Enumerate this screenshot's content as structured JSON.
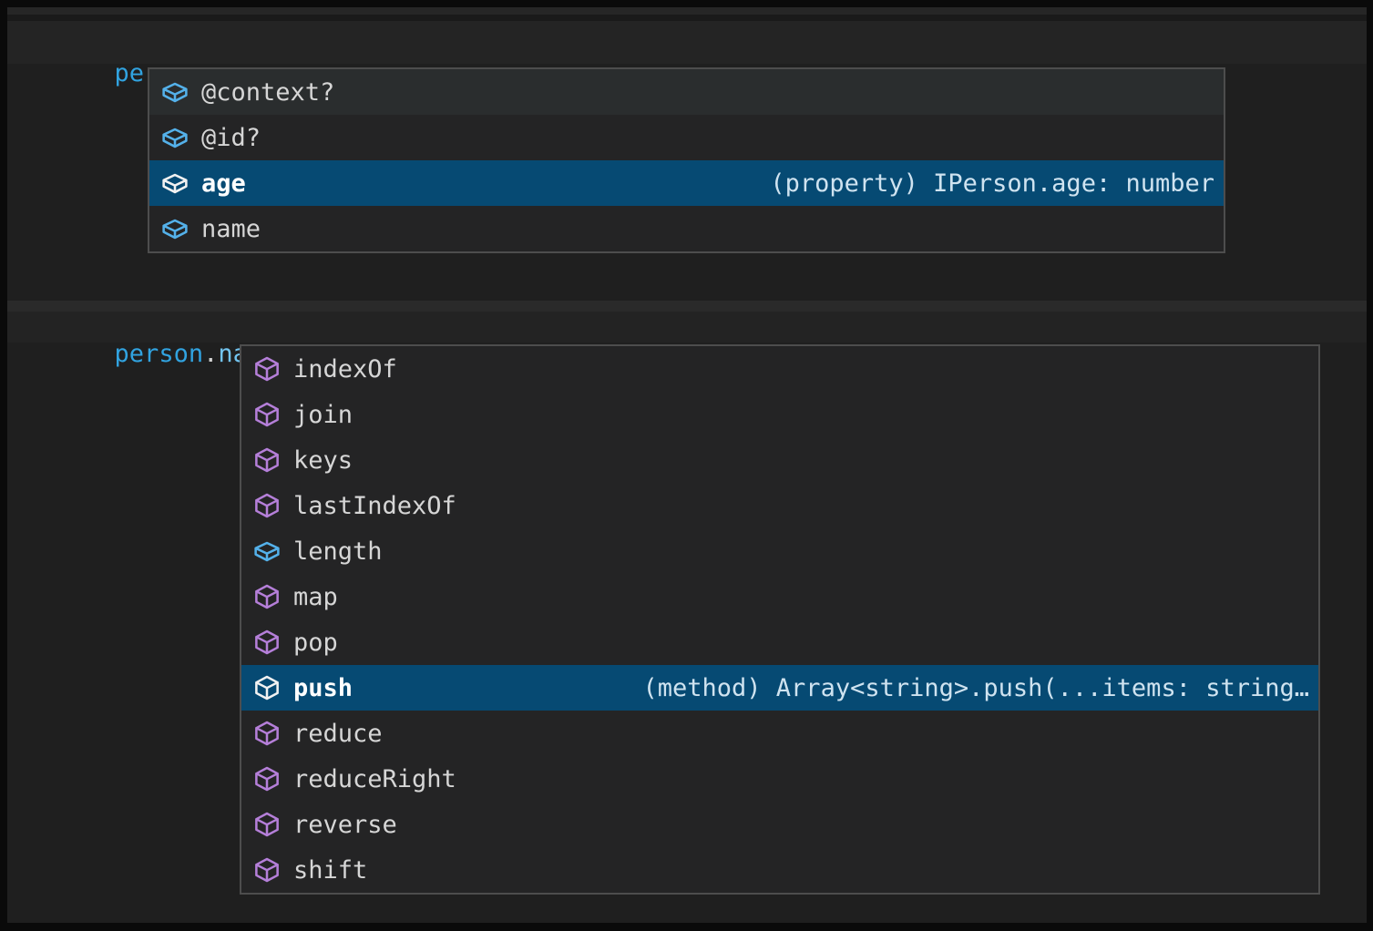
{
  "colors": {
    "editor-bg": "#1f1f1f",
    "popup-bg": "#242425",
    "popup-border": "#4d4d4d",
    "hover-bg": "#2a2d2e",
    "selection-bg": "#064a73",
    "icon-blue": "#54b1ea",
    "icon-purple": "#b57fd9",
    "code-variable": "#31a3e0",
    "code-property": "#72c4f0",
    "code-punct": "#d2d2d2",
    "squiggle": "#e5393e"
  },
  "code_lines": [
    {
      "tokens": [
        {
          "text": "person"
        },
        {
          "text": "."
        },
        {
          "text": ";"
        }
      ]
    },
    {
      "tokens": [
        {
          "text": "person"
        },
        {
          "text": "."
        },
        {
          "text": "name"
        },
        {
          "text": "."
        },
        {
          "text": ";"
        }
      ]
    }
  ],
  "suggest_popup_1": {
    "items": [
      {
        "label": "@context?",
        "kind": "field",
        "state": "hover"
      },
      {
        "label": "@id?",
        "kind": "field"
      },
      {
        "label": "age",
        "kind": "field",
        "state": "selected",
        "detail": "(property) IPerson.age: number"
      },
      {
        "label": "name",
        "kind": "field"
      }
    ]
  },
  "suggest_popup_2": {
    "items": [
      {
        "label": "indexOf",
        "kind": "method"
      },
      {
        "label": "join",
        "kind": "method"
      },
      {
        "label": "keys",
        "kind": "method"
      },
      {
        "label": "lastIndexOf",
        "kind": "method"
      },
      {
        "label": "length",
        "kind": "field"
      },
      {
        "label": "map",
        "kind": "method"
      },
      {
        "label": "pop",
        "kind": "method"
      },
      {
        "label": "push",
        "kind": "method",
        "state": "selected",
        "detail": "(method) Array<string>.push(...items: string…"
      },
      {
        "label": "reduce",
        "kind": "method"
      },
      {
        "label": "reduceRight",
        "kind": "method"
      },
      {
        "label": "reverse",
        "kind": "method"
      },
      {
        "label": "shift",
        "kind": "method"
      }
    ]
  }
}
